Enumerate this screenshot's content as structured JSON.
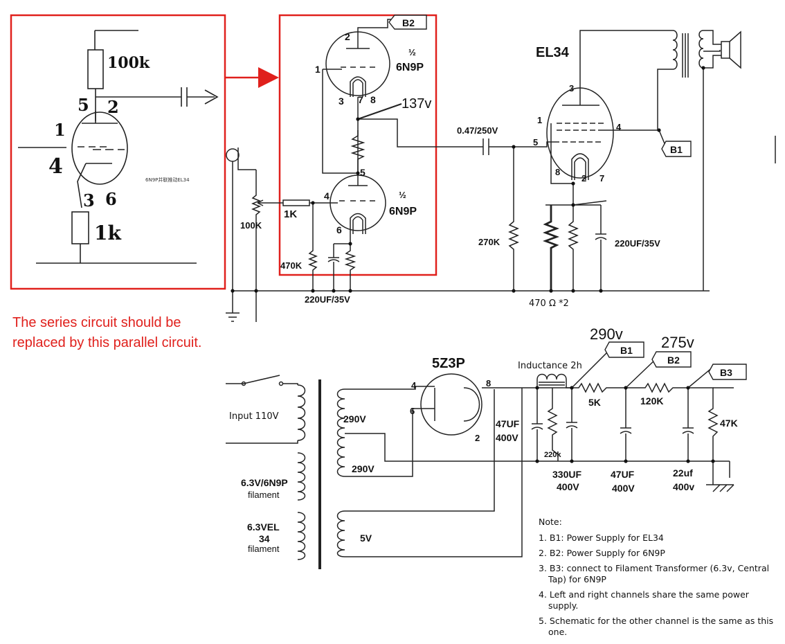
{
  "inset": {
    "pins": {
      "p5": "5",
      "p2": "2",
      "p1": "1",
      "p4": "4",
      "p3": "3",
      "p6": "6"
    },
    "r_top": "100k",
    "r_bottom": "1k",
    "caption": "6N9P并联推动EL34"
  },
  "driver": {
    "b2_tag": "B2",
    "top_half": "½",
    "top_tube": "6N9P",
    "bot_half": "½",
    "bot_tube": "6N9P",
    "pin_2": "2",
    "pin_1": "1",
    "pin_3": "3",
    "pin_7": "7",
    "pin_8": "8",
    "pin_5": "5",
    "pin_4": "4",
    "pin_6": "6",
    "voltage": "137v",
    "r_1k": "1K",
    "pot": "100K",
    "r_470k": "470K",
    "cap_220": "220UF/35V"
  },
  "output": {
    "tube": "EL34",
    "coupling_cap": "0.47/250V",
    "pin_3": "3",
    "pin_1": "1",
    "pin_5": "5",
    "pin_4": "4",
    "pin_8": "8",
    "pin_2": "2",
    "pin_7": "7",
    "b1_tag": "B1",
    "r_270k": "270K",
    "cap_220": "220UF/35V",
    "r_cathode": "470 Ω *2"
  },
  "red_note": {
    "line1": "The series circuit should be",
    "line2": "replaced by this parallel circuit."
  },
  "supply": {
    "rectifier": "5Z3P",
    "pin_4": "4",
    "pin_6": "6",
    "pin_8": "8",
    "pin_2": "2",
    "input": "Input  110V",
    "sec_290a": "290V",
    "sec_290b": "290V",
    "sec_5v": "5V",
    "fil_69": "6.3V/6N9P",
    "fil_69_sub": "filament",
    "fil_el_a": "6.3VEL",
    "fil_el_b": "34",
    "fil_el_sub": "filament",
    "cap1_a": "47UF",
    "cap1_b": "400V",
    "r_220k": "220k",
    "inductance": "Inductance 2h",
    "cap2_a": "330UF",
    "cap2_b": "400V",
    "r_5k": "5K",
    "cap3_a": "47UF",
    "cap3_b": "400V",
    "r_120k": "120K",
    "cap4_a": "22uf",
    "cap4_b": "400v",
    "r_47k": "47K",
    "v_290": "290v",
    "v_275": "275v",
    "b1_tag": "B1",
    "b2_tag": "B2",
    "b3_tag": "B3"
  },
  "notes": {
    "title": "Note:",
    "items": [
      "1. B1: Power Supply for EL34",
      "2. B2: Power Supply for 6N9P",
      "3. B3: connect to Filament Transformer (6.3v, Central Tap) for 6N9P",
      "4. Left and right channels share the same power supply.",
      "5. Schematic for the other channel is the same as this one."
    ]
  },
  "colors": {
    "accent_red": "#e0201c",
    "ink": "#111111"
  }
}
